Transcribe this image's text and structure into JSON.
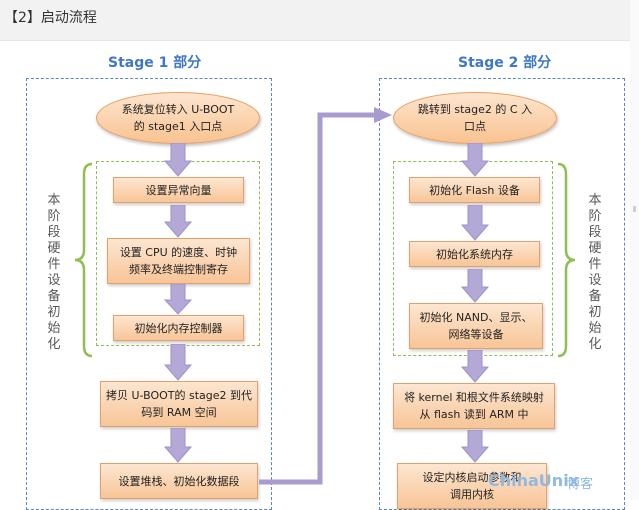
{
  "header": {
    "title": "【2】启动流程"
  },
  "stage1": {
    "title": "Stage 1 部分",
    "side_label": "本阶段硬件设备初始化",
    "start": [
      "系统复位转入 U-BOOT",
      "的 stage1 入口点"
    ],
    "steps": [
      [
        "设置异常向量"
      ],
      [
        "设置 CPU 的速度、时钟",
        "频率及终端控制寄存"
      ],
      [
        "初始化内存控制器"
      ],
      [
        "拷贝 U-BOOT的 stage2 到代",
        "码到 RAM 空间"
      ],
      [
        "设置堆栈、初始化数据段"
      ]
    ]
  },
  "stage2": {
    "title": "Stage 2 部分",
    "side_label": "本阶段硬件设备初始化",
    "start": [
      "跳转到 stage2 的 C 入",
      "口点"
    ],
    "steps": [
      [
        "初始化 Flash 设备"
      ],
      [
        "初始化系统内存"
      ],
      [
        "初始化 NAND、显示、",
        "网络等设备"
      ],
      [
        "将 kernel 和根文件系统映射",
        "从 flash 读到 ARM 中"
      ],
      [
        "设定内核启动参数和",
        "调用内核"
      ]
    ]
  },
  "watermark": {
    "brand": "ChinaUnix",
    "suffix": "博客"
  },
  "colors": {
    "accent_blue": "#3e78c6",
    "box_fill": "#f9c391",
    "arrow": "#b3a8d6",
    "group_border": "#8dbf52"
  }
}
